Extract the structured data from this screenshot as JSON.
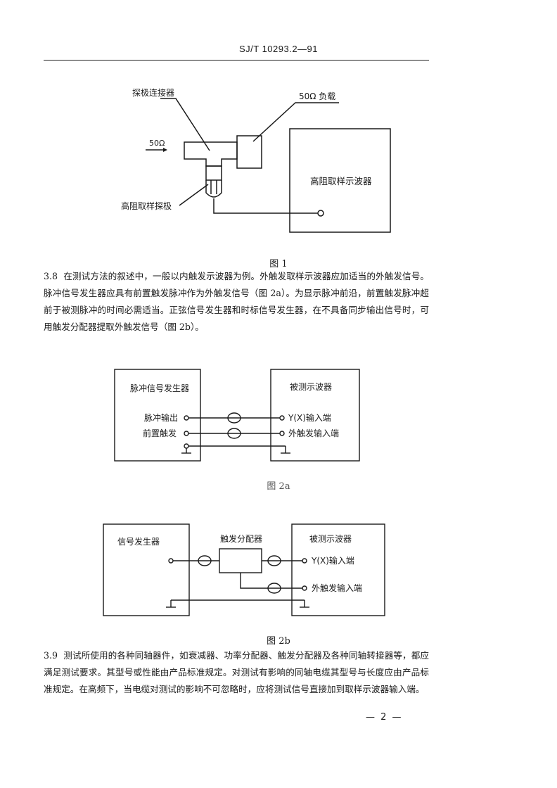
{
  "header": {
    "doc_id": "SJ/T 10293.2—91"
  },
  "figure1": {
    "probe_connector": "探极连接器",
    "load": "50Ω 负载",
    "impedance": "50Ω",
    "probe": "高阻取样探极",
    "oscilloscope": "高阻取样示波器",
    "caption": "图 1"
  },
  "para_3_8": {
    "number": "3.8",
    "text": "在测试方法的叙述中，一般以内触发示波器为例。外触发取样示波器应加适当的外触发信号。脉冲信号发生器应具有前置触发脉冲作为外触发信号（图 2a）。为显示脉冲前沿，前置触发脉冲超前于被测脉冲的时间必需适当。正弦信号发生器和时标信号发生器，在不具备同步输出信号时，可用触发分配器提取外触发信号（图 2b）。"
  },
  "figure2a": {
    "generator": "脉冲信号发生器",
    "pulse_out": "脉冲输出",
    "pre_trigger": "前置触发",
    "scope": "被测示波器",
    "y_input": "Y(X)输入端",
    "ext_trigger": "外触发输入端",
    "caption": "图 2a"
  },
  "figure2b": {
    "generator": "信号发生器",
    "distributor": "触发分配器",
    "scope": "被测示波器",
    "y_input": "Y(X)输入端",
    "ext_trigger": "外触发输入端",
    "caption": "图 2b"
  },
  "para_3_9": {
    "number": "3.9",
    "text": "测试所使用的各种同轴器件，如衰减器、功率分配器、触发分配器及各种同轴转接器等，都应满足测试要求。其型号或性能由产品标准规定。对测试有影响的同轴电缆其型号与长度应由产品标准规定。在高频下，当电缆对测试的影响不可忽略时，应将测试信号直接加到取样示波器输入端。"
  },
  "page_number": "— 2 —"
}
